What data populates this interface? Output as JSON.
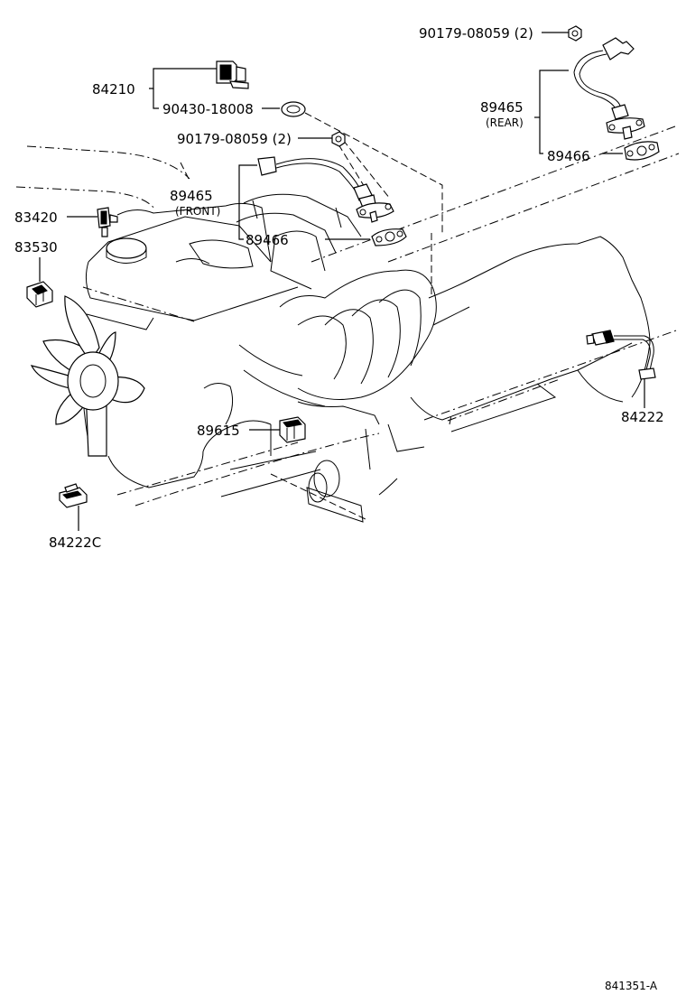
{
  "labels": {
    "p84210": "84210",
    "p90430": "90430-18008",
    "p90179_front": "90179-08059 (2)",
    "p89465_front": "89465",
    "front_note": "(FRONT)",
    "p83420": "83420",
    "p83530": "83530",
    "p89466_front": "89466",
    "p89615": "89615",
    "p84222c": "84222C",
    "p90179_rear": "90179-08059 (2)",
    "p89465_rear": "89465",
    "rear_note": "(REAR)",
    "p89466_rear": "89466",
    "p84222": "84222",
    "drawing_id": "841351-A"
  },
  "icons": [
    "engine-block-illustration",
    "fan-icon",
    "oxygen-sensor-icon",
    "gasket-icon",
    "nut-icon",
    "switch-sensor-icon"
  ]
}
